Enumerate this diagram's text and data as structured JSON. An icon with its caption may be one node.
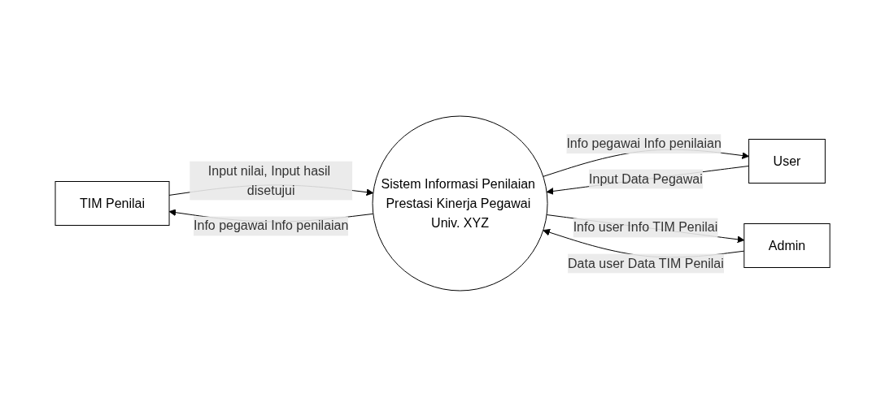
{
  "diagram": {
    "nodes": [
      {
        "text": [
          "TIM Penilai"
        ]
      },
      {
        "text": [
          "User"
        ]
      },
      {
        "text": [
          "Sistem Informasi Penilaian Prestasi Kinerja Pegawai Univ. XYZ"
        ]
      },
      {
        "text": [
          "Admin"
        ]
      }
    ],
    "edges": [
      {
        "from": 0,
        "to": 2,
        "arrow": "to",
        "label": "Input nilai, Input hasil disetujui"
      },
      {
        "from": 2,
        "to": 0,
        "arrow": "to",
        "label": "Info pegawai Info penilaian"
      },
      {
        "from": 1,
        "to": 2,
        "arrow": "to",
        "label": "Input Data Pegawai"
      },
      {
        "from": 2,
        "to": 1,
        "arrow": "to",
        "label": "Info pegawai Info penilaian"
      },
      {
        "from": 3,
        "to": 2,
        "arrow": "to",
        "label": "Data user Data TIM Penilai"
      },
      {
        "from": 2,
        "to": 3,
        "arrow": "to",
        "label": "Info user Info TIM Penilai"
      }
    ]
  }
}
